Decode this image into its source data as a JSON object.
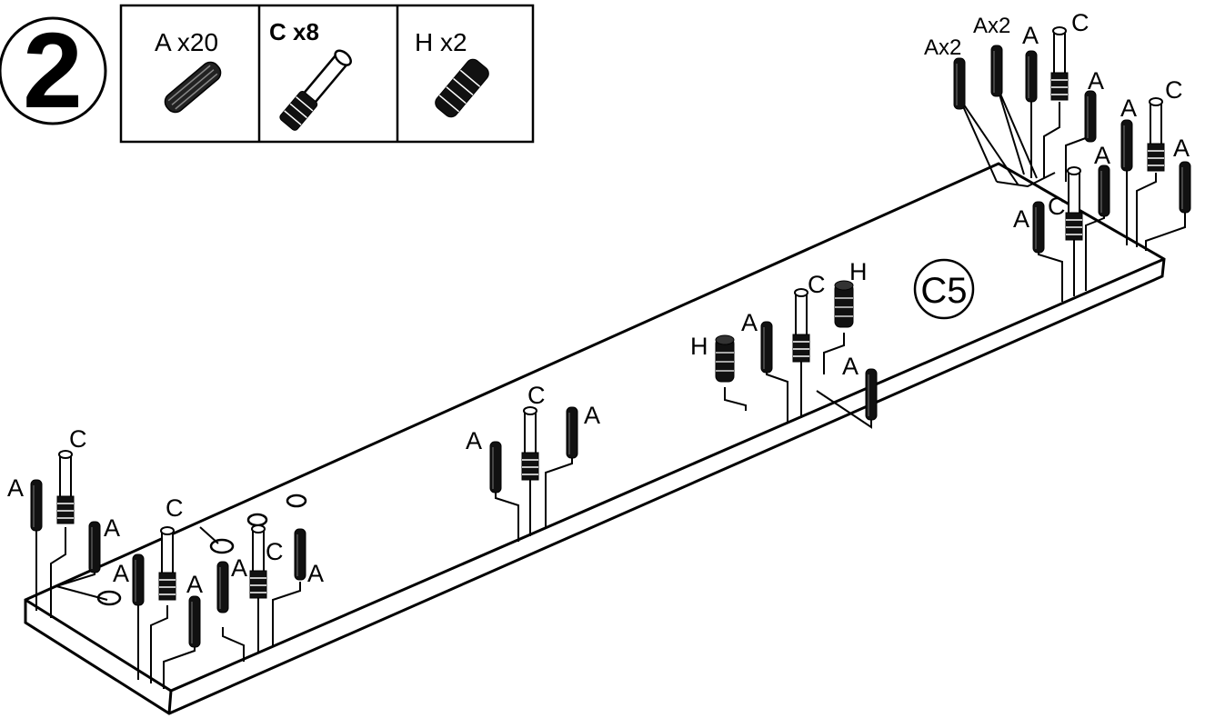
{
  "step": {
    "number": "2"
  },
  "parts": [
    {
      "letter": "A",
      "qty": "A x20"
    },
    {
      "letter": "C",
      "qty": "C x8"
    },
    {
      "letter": "H",
      "qty": "H x2"
    }
  ],
  "panel": {
    "label": "C5"
  },
  "callouts": {
    "a_x2_left": "Ax2",
    "a_x2_right": "Ax2",
    "letter_a": "A",
    "letter_c": "C",
    "letter_h": "H"
  }
}
